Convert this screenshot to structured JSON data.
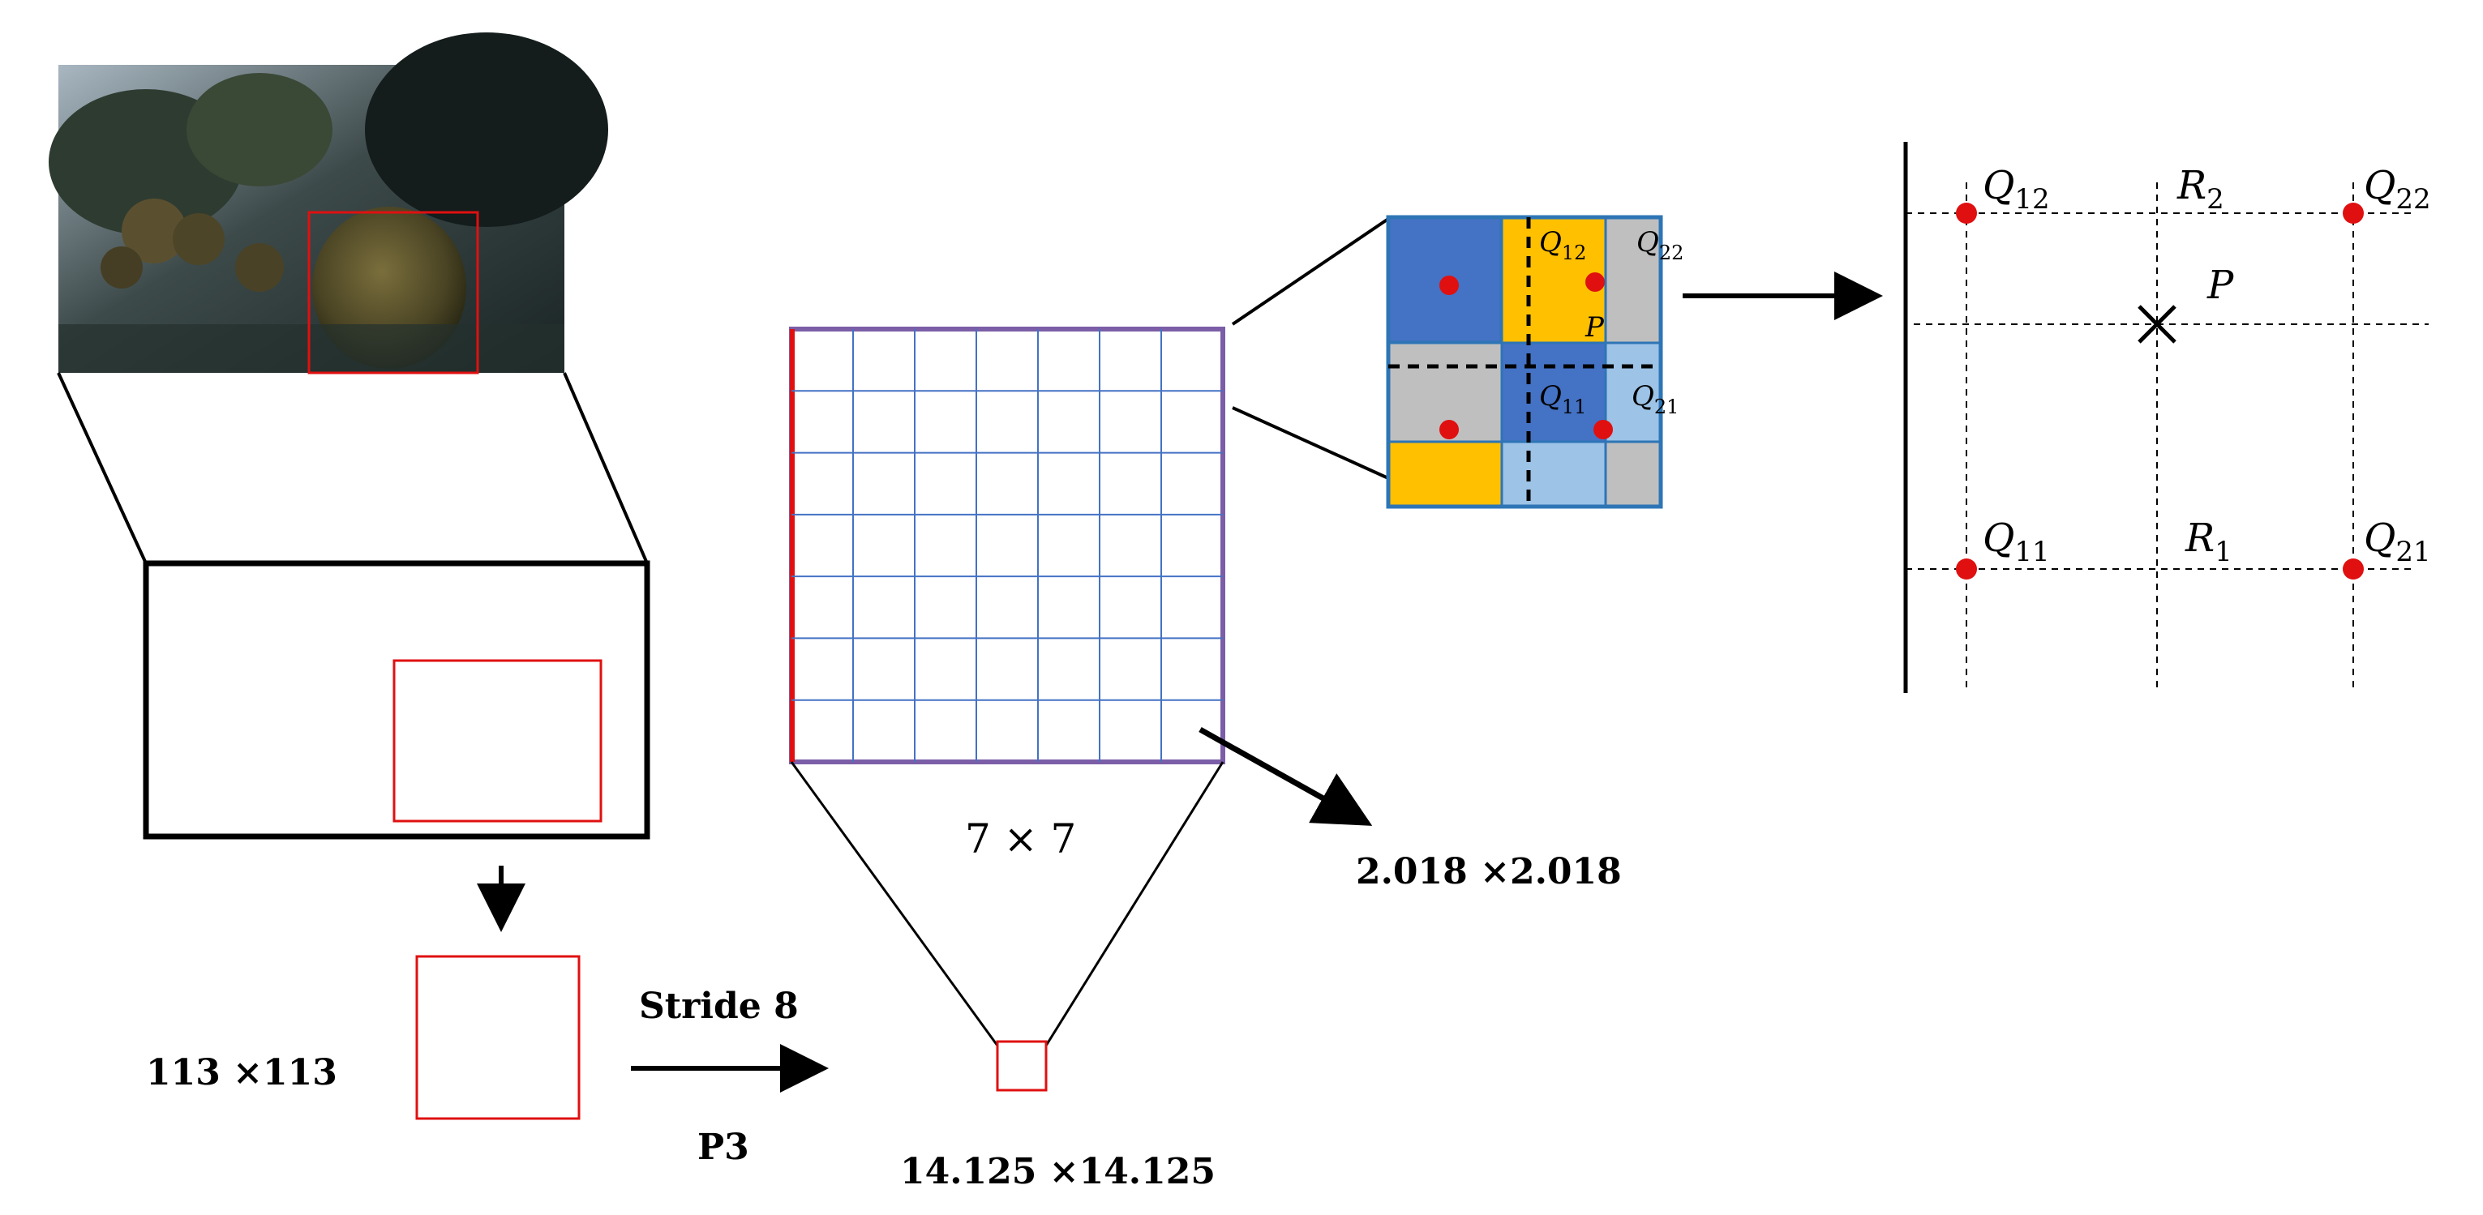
{
  "labels": {
    "roi_size": "113 ×113",
    "stride": "Stride 8",
    "level": "P3",
    "feature_size": "14.125 ×14.125",
    "grid_size": "7 × 7",
    "bin_size": "2.018 ×2.018"
  },
  "zoom_points": {
    "q12": {
      "base": "Q",
      "sub": "12"
    },
    "q22": {
      "base": "Q",
      "sub": "22"
    },
    "q11": {
      "base": "Q",
      "sub": "11"
    },
    "q21": {
      "base": "Q",
      "sub": "21"
    },
    "p": "P"
  },
  "interp_points": {
    "q12": {
      "base": "Q",
      "sub": "12"
    },
    "r2": {
      "base": "R",
      "sub": "2"
    },
    "q22": {
      "base": "Q",
      "sub": "22"
    },
    "p": "P",
    "q11": {
      "base": "Q",
      "sub": "11"
    },
    "r1": {
      "base": "R",
      "sub": "1"
    },
    "q21": {
      "base": "Q",
      "sub": "21"
    }
  },
  "colors": {
    "red": "#e01010",
    "blue_cell": "#4472c4",
    "yellow_cell": "#ffc000",
    "gray_cell": "#bfbfbf",
    "light_blue_cell": "#9dc3e6",
    "grid_blue": "#4472c4",
    "grid_border": "#7b5ea7"
  }
}
